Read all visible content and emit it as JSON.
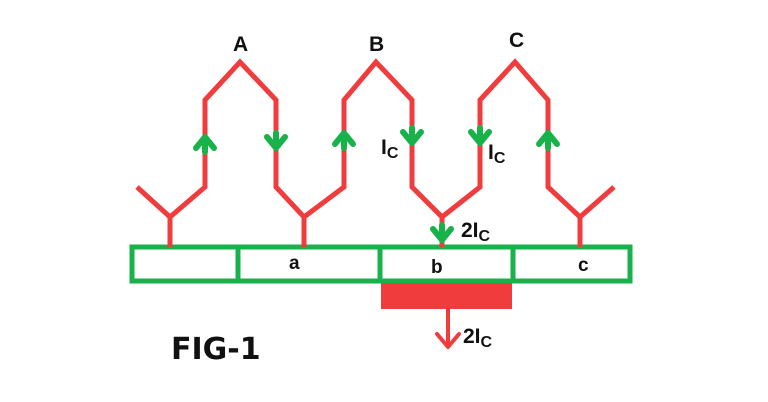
{
  "phases": {
    "a": "A",
    "b": "B",
    "c": "C"
  },
  "segments": {
    "a": "a",
    "b": "b",
    "c": "c"
  },
  "currents": {
    "ic_left": {
      "main": "I",
      "sub": "C"
    },
    "ic_right": {
      "main": "I",
      "sub": "C"
    },
    "two_ic_top": {
      "main": "2I",
      "sub": "C"
    },
    "two_ic_bottom": {
      "main": "2I",
      "sub": "C"
    }
  },
  "figure_label": "FIG-1",
  "colors": {
    "winding": "#f03c3c",
    "bar": "#18b24b",
    "arrow": "#18b24b",
    "block": "#f03c3c"
  }
}
